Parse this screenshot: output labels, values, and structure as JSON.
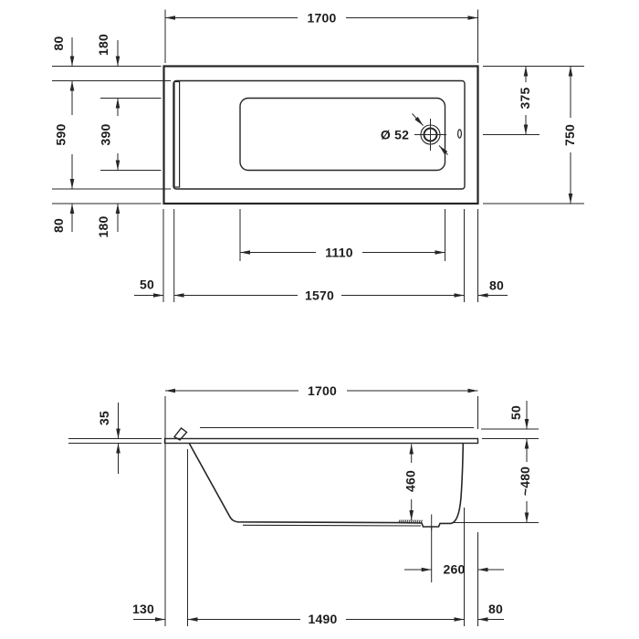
{
  "colors": {
    "line": "#262626",
    "text": "#1c1c1c",
    "background": "#ffffff"
  },
  "plan_view": {
    "dims": {
      "overall_length": "1700",
      "rim_offset_top": "80",
      "floor_offset_top": "180",
      "inner_width": "590",
      "floor_width": "390",
      "rim_offset_bottom": "80",
      "floor_offset_bottom": "180",
      "drain_center_from_top_edge": "375",
      "overall_width": "750",
      "drain_diameter": "Ø 52",
      "floor_length": "1110",
      "rim_offset_left": "50",
      "inner_length": "1570",
      "rim_offset_right": "80"
    }
  },
  "side_view": {
    "dims": {
      "overall_length": "1700",
      "rim_thickness": "35",
      "rim_step_height": "50",
      "inner_depth": "460",
      "overall_height": "~480",
      "drain_center_from_right_edge": "260",
      "skirt_offset_left": "130",
      "basin_length_bottom": "1490",
      "skirt_offset_right": "80"
    }
  }
}
